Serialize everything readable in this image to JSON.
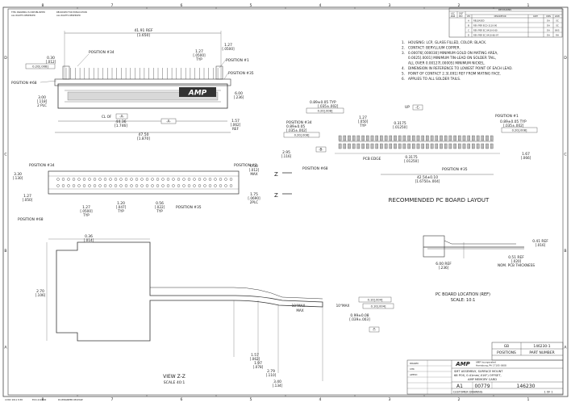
{
  "border": {
    "top_zones": [
      "8",
      "7",
      "6",
      "5",
      "4",
      "3",
      "2",
      "1"
    ],
    "side_zones": [
      "D",
      "C",
      "B",
      "A"
    ]
  },
  "header_strip": {
    "left_a": "THIS DRAWING IS UNPUBLISHED",
    "left_b": "RELEASED FOR PUBLICATION",
    "left_c": "ALL RIGHTS RESERVED"
  },
  "revisions": {
    "title": "REVISIONS",
    "loc": "LOC",
    "dist": "DIST",
    "loc_val": "AD",
    "dist_val": "00",
    "cols": [
      "LTR",
      "DESCRIPTION",
      "DATE",
      "DWN",
      "APVD"
    ],
    "rows": [
      {
        "ltr": "A",
        "desc": "RELEASED",
        "dwn": "DA",
        "apvd": "SC"
      },
      {
        "ltr": "B",
        "desc": "REV PER ECO-1110-00",
        "dwn": "DA",
        "apvd": "SC"
      },
      {
        "ltr": "C",
        "desc": "REV PER EC 0410-0-80",
        "dwn": "DA",
        "apvd": "BKS"
      },
      {
        "ltr": "D",
        "desc": "REV PER EC 0410-86-97",
        "dwn": "DA",
        "apvd": "RH"
      }
    ]
  },
  "notes": [
    {
      "num": "1.",
      "text": "HOUSING: LCP, GLASS FILLED, COLOR: BLACK."
    },
    {
      "num": "2.",
      "text": "CONTACT: BERYLLIUM COPPER."
    },
    {
      "num": "3.",
      "text": "0.00076[.000030] MINIMUM GOLD ON MATING AREA,"
    },
    {
      "num": "",
      "text": "0.0025[.0001] MINIMUM TIN-LEAD ON SOLDER TAIL,"
    },
    {
      "num": "",
      "text": "ALL OVER 0.00127[.00005] MINIMUM NICKEL."
    },
    {
      "num": "4.",
      "text": "DIMENSION IN REFERENCE TO LOWEST POINT OF EACH LEAD."
    },
    {
      "num": "5.",
      "text": "POINT OF CONTACT 2.3[.091] REF FROM MATING FACE."
    },
    {
      "num": "6.",
      "text": "APPLIES TO ALL SOLDER TAILS."
    }
  ],
  "front_view": {
    "dim_top": "41.91 REF",
    "dim_top_in": "[1.650]",
    "dim_bottom": "44.36",
    "dim_bottom_in": "[1.746]",
    "dim_bottom2": "47.50",
    "dim_bottom2_in": "[1.870]",
    "dim_left_top": "0.30",
    "dim_left_top_in": "[.012]",
    "dim_left_fcf": "0.20[.008]",
    "dim_left": "3.00",
    "dim_left_in": "[.118]",
    "dim_left_note": "2 PLC",
    "dim_right_a": "1.27",
    "dim_right_a_in": "[.0500]",
    "dim_right_a_note": "TYP",
    "dim_right_b": "1.27",
    "dim_right_b_in": "[.0500]",
    "dim_right": "6.00",
    "dim_right_in": "[.236]",
    "dim_pin": "1.57",
    "dim_pin_in": "[.062]",
    "dim_pin_note": "REF",
    "centerline": "CL OF",
    "datum": "-A-",
    "pos_34": "POSITION #34",
    "pos_68": "POSITION #68",
    "pos_1": "POSITION #1",
    "pos_35": "POSITION #35",
    "logo": "AMP"
  },
  "bottom_view": {
    "dim_a": "3.30",
    "dim_a_in": "[.130]",
    "dim_b": "1.27",
    "dim_b_in": "[.050]",
    "dim_c": "1.27",
    "dim_c_in": "[.0500]",
    "dim_c_note": "TYP",
    "dim_d": "1.20",
    "dim_d_in": "[.047]",
    "dim_d_note": "TYP",
    "dim_e": "0.56",
    "dim_e_in": "[.022]",
    "dim_e_note": "TYP",
    "dim_f": "0.30",
    "dim_f_in": "[.012]",
    "dim_f_note": "MAX",
    "dim_g": "1.75",
    "dim_g_in": "[.0690]",
    "dim_g_note": "2PLC",
    "pos_34": "POSITION #34",
    "pos_68": "POSITION #68",
    "pos_1": "POSITION #1",
    "pos_35": "POSITION #35",
    "section": "Z"
  },
  "pcb_layout": {
    "dim_a": "0.89±0.05 TYP",
    "dim_a_in": "[.035±.002]",
    "dim_a_fcf": "0.20[.008]",
    "dim_b": "0.89±0.05",
    "dim_b_in": "[.035±.002]",
    "dim_b_fcf": "0.20[.008]",
    "dim_c": "1.27",
    "dim_c_in": "[.050]",
    "dim_c_note": "TYP",
    "dim_d": "0.3175",
    "dim_d_in": "[.01250]",
    "dim_e": "2.95",
    "dim_e_in": "[.116]",
    "dim_f": "0.3175",
    "dim_f_in": "[.01250]",
    "dim_g": "42.54±0.10",
    "dim_g_in": "[1.6750±.004]",
    "dim_h": "1.67",
    "dim_h_in": "[.066]",
    "dim_i": "0.89±0.05 TYP",
    "dim_i_in": "[.035±.002]",
    "dim_i_fcf": "0.20[.008]",
    "datum_c": "-C-",
    "datum_b": "-B-",
    "datum_up": "UP",
    "pos_34": "POSITION #34",
    "pos_68": "POSITION #68",
    "pos_1": "POSITION #1",
    "pos_35": "POSITION #35",
    "pcb_edge": "PCB EDGE",
    "title": "RECOMMENDED PC BOARD LAYOUT"
  },
  "location_view": {
    "dim_a": "0.41 REF",
    "dim_a_in": "[.016]",
    "dim_b": "0.51 REF",
    "dim_b_in": "[.020]",
    "dim_b_note": "NOM. PCB THICKNESS",
    "dim_c": "6.00 REF",
    "dim_c_in": "[.236]",
    "title": "PC BOARD LOCATION (REF)",
    "scale": "SCALE: 10:1"
  },
  "view_zz": {
    "dim_a": "0.36",
    "dim_a_in": "[.014]",
    "dim_b": "2.70",
    "dim_b_in": "[.106]",
    "dim_c": "1.57",
    "dim_c_in": "[.062]",
    "dim_d": "1.97",
    "dim_d_in": "[.078]",
    "dim_e": "2.79",
    "dim_e_in": "[.110]",
    "dim_f": "3.40",
    "dim_f_in": "[.134]",
    "dim_g": "0.99±0.08",
    "dim_g_in": "[.039±.003]",
    "dim_h": "10°MAX",
    "dim_h_note": "MAX",
    "dim_i": "10°MAX",
    "fcf_a": "0.10[.004]",
    "fcf_b": "0.10[.004]",
    "datum": "-T-",
    "title": "VIEW Z-Z",
    "scale": "SCALE 40:1"
  },
  "title_block": {
    "company": "AMP",
    "company_sub": "AMP Incorporated",
    "company_addr": "Harrisburg, PA 17105-3608",
    "cols_a": "GB",
    "part_no": "146230-1",
    "positions": "POSITIONS",
    "part_number": "PART NUMBER",
    "title_1": "SMT ASSEMBLY, SURFACE MOUNT",
    "title_2": "68 POS, 0.41mm(.016\") OFFSET,",
    "title_3": "AMP MEMORY CARD",
    "size": "A1",
    "cage": "00779",
    "dwg_no": "146230",
    "customer": "CUSTOMER DRAWING",
    "sheet": "1 OF 1",
    "drawn": "DRAWN",
    "chk": "CHK",
    "appvd": "APPVD"
  },
  "footer": {
    "left_a": "4 MAY 2011 8:38",
    "left_b": "ECO-1110-00",
    "left_c": "Pro/ENGINEER RELEASE"
  }
}
